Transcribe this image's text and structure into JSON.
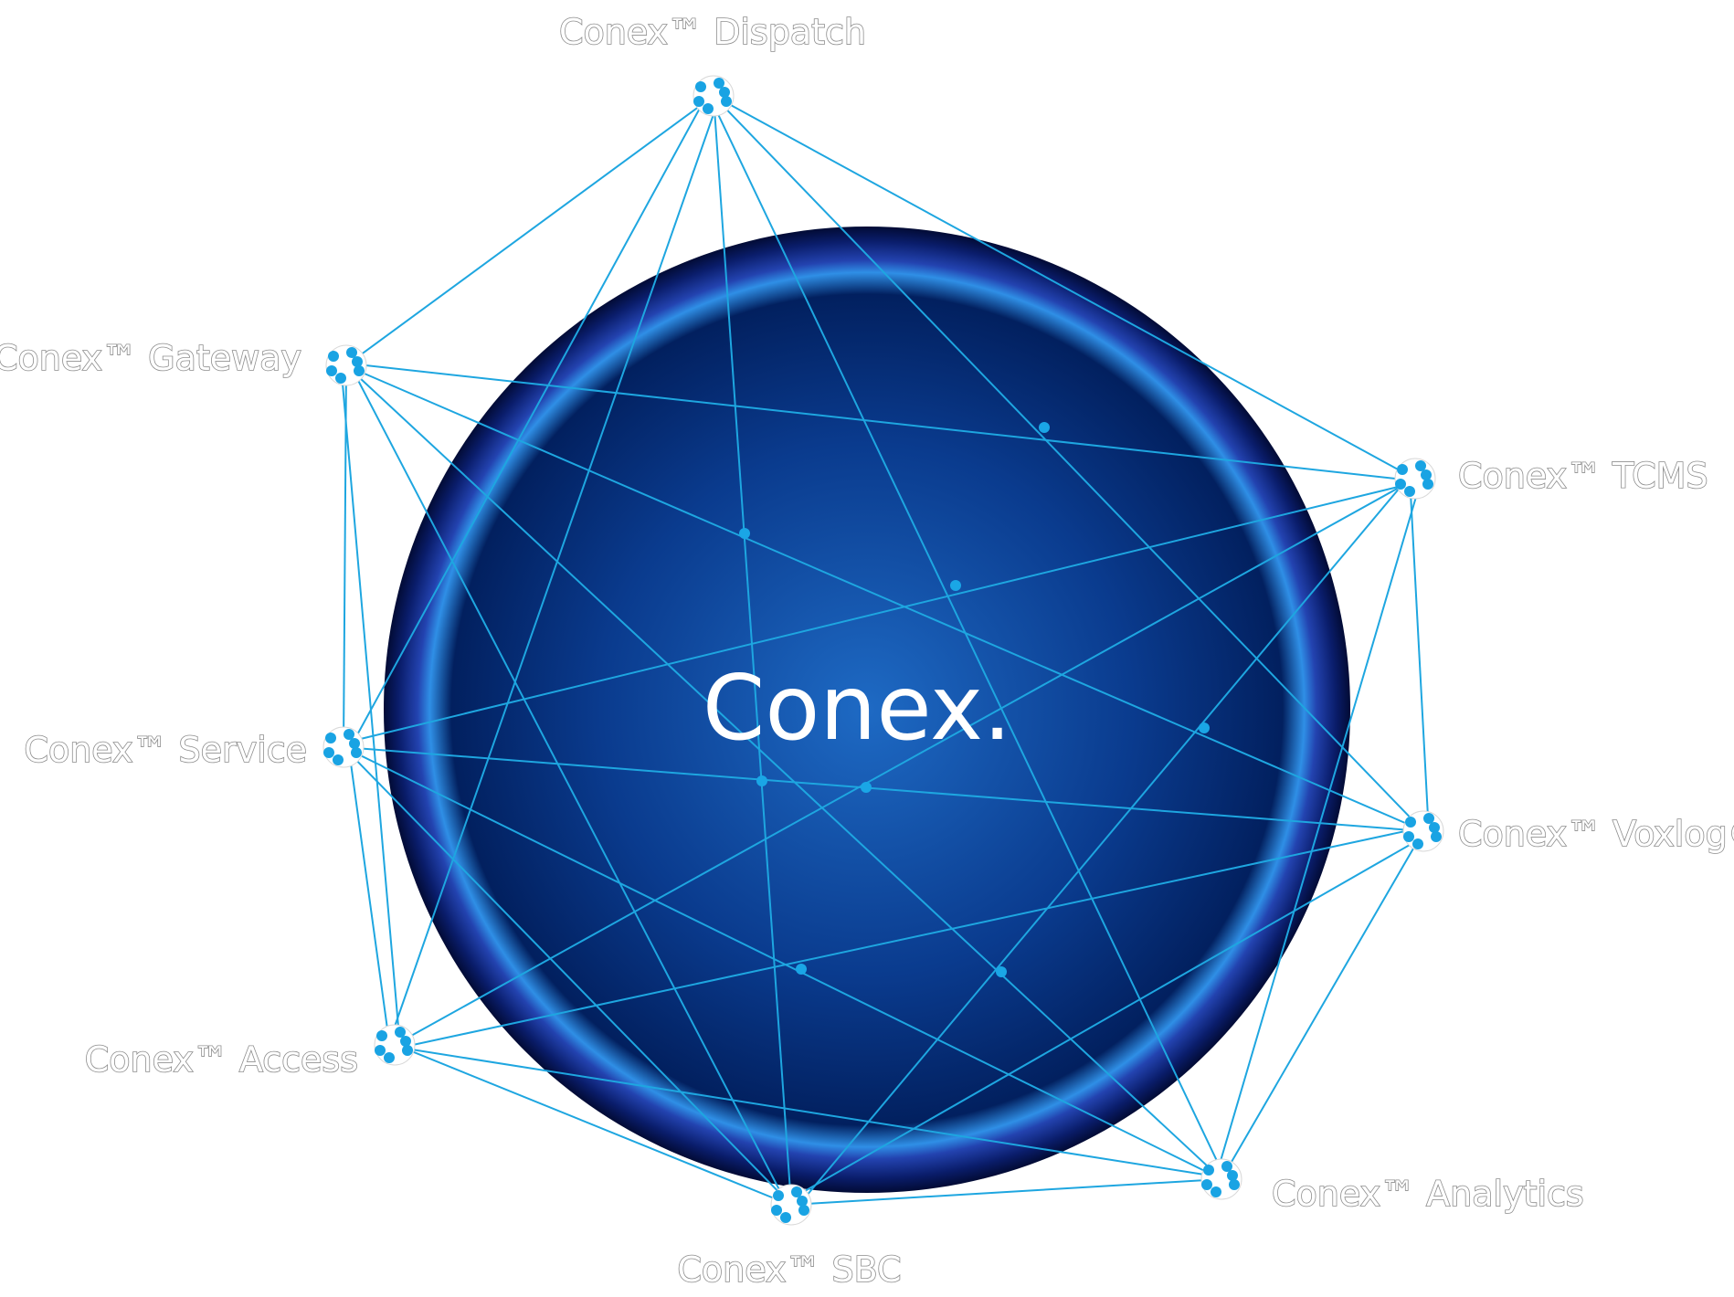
{
  "center": {
    "title": "Conex",
    "dot": ".",
    "dot_color": "#d42a2a"
  },
  "colors": {
    "link": "#1ea6e0",
    "sphere_dark": "#021a55",
    "sphere_light": "#1e6ac4"
  },
  "nodes": [
    {
      "id": "dispatch",
      "label": "Conex™ Dispatch"
    },
    {
      "id": "gateway",
      "label": "Conex™ Gateway"
    },
    {
      "id": "tcms",
      "label": "Conex™ TCMS"
    },
    {
      "id": "service",
      "label": "Conex™ Service"
    },
    {
      "id": "voxlog",
      "label": "Conex™ Voxlog®"
    },
    {
      "id": "access",
      "label": "Conex™ Access"
    },
    {
      "id": "analytics",
      "label": "Conex™ Analytics"
    },
    {
      "id": "sbc",
      "label": "Conex™ SBC"
    }
  ]
}
